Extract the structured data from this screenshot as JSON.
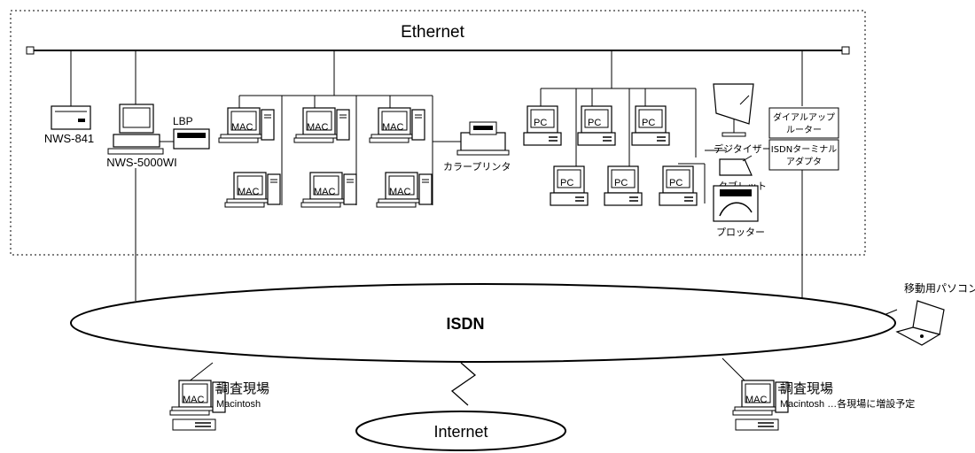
{
  "network": {
    "ethernet_label": "Ethernet",
    "isdn_label": "ISDN",
    "internet_label": "Internet"
  },
  "devices": {
    "nws841": "NWS-841",
    "nws5000": "NWS-5000WI",
    "lbp": "LBP",
    "mac_label": "MAC",
    "pc_label": "PC",
    "color_printer": "カラープリンタ",
    "digitizer": "デジタイザー",
    "tablet": "タブレット",
    "plotter": "プロッター",
    "dialup_router_line1": "ダイアルアップ",
    "dialup_router_line2": "ルーター",
    "isdn_adapter_line1": "ISDNターミナル",
    "isdn_adapter_line2": "アダプタ",
    "mobile_pc": "移動用パソコン"
  },
  "sites": {
    "left_title": "調査現場",
    "left_sub": "Macintosh",
    "right_title": "調査現場",
    "right_sub": "Macintosh …各現場に増設予定"
  }
}
